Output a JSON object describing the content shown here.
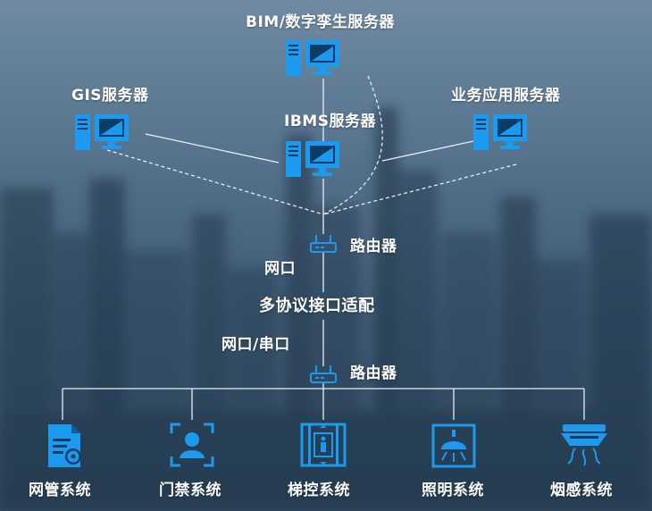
{
  "servers": {
    "bim": "BIM/数字孪生服务器",
    "gis": "GIS服务器",
    "ibms": "IBMS服务器",
    "business": "业务应用服务器"
  },
  "router_top": "路由器",
  "link_top": "网口",
  "adapter": "多协议接口适配",
  "link_bottom": "网口/串口",
  "router_bottom": "路由器",
  "subsystems": [
    {
      "label": "网管系统",
      "icon": "network-management-icon"
    },
    {
      "label": "门禁系统",
      "icon": "access-control-icon"
    },
    {
      "label": "梯控系统",
      "icon": "elevator-control-icon"
    },
    {
      "label": "照明系统",
      "icon": "lighting-icon"
    },
    {
      "label": "烟感系统",
      "icon": "smoke-detector-icon"
    }
  ],
  "colors": {
    "accent": "#1b9bf0",
    "line": "#e8eef4",
    "text": "#ffffff"
  }
}
